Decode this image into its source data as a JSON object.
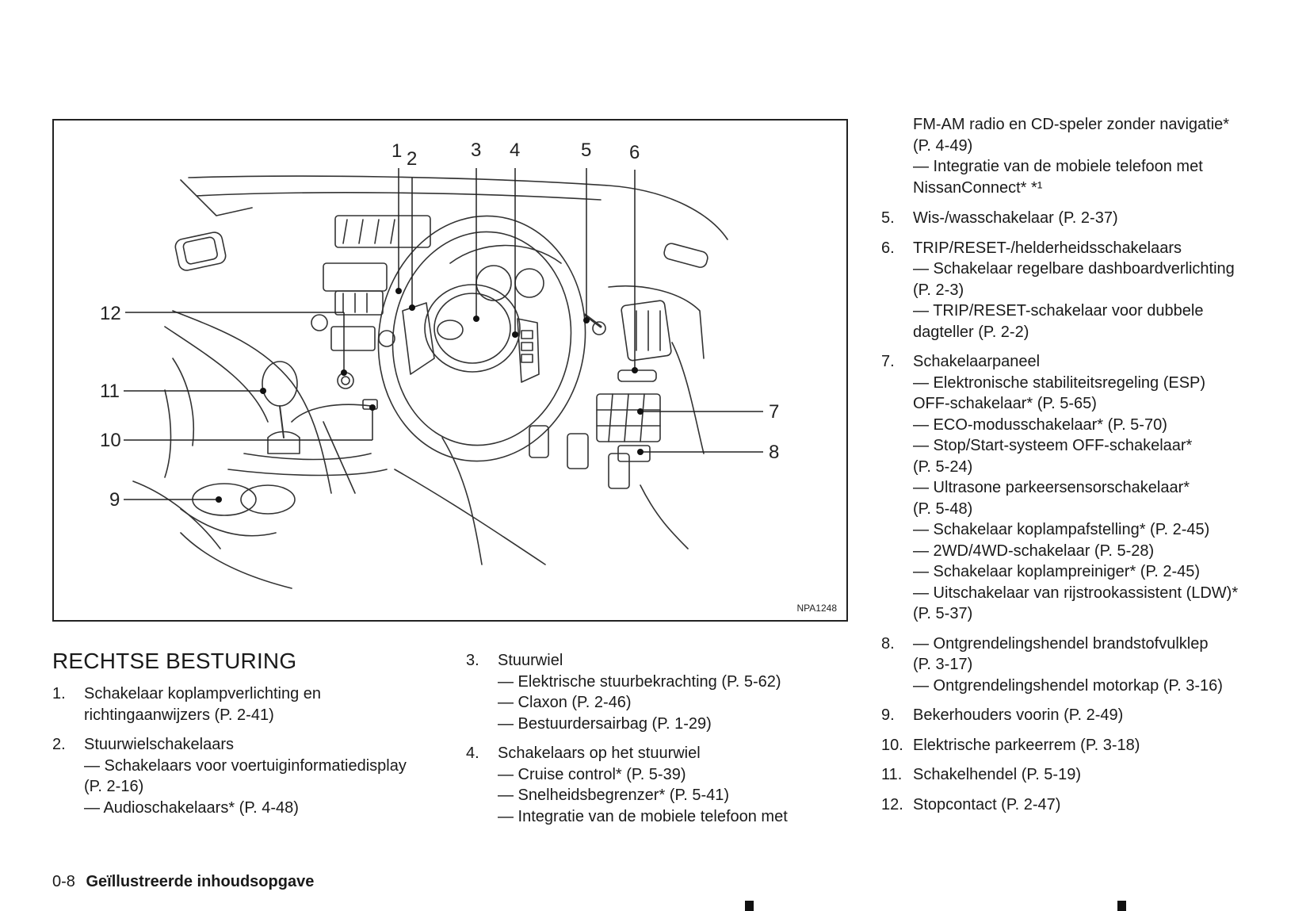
{
  "figure": {
    "code": "NPA1248",
    "callouts": [
      "1",
      "2",
      "3",
      "4",
      "5",
      "6",
      "7",
      "8",
      "9",
      "10",
      "11",
      "12"
    ]
  },
  "heading": "RECHTSE BESTURING",
  "items": [
    {
      "num": "1.",
      "title": "Schakelaar koplampverlichting en",
      "subs": [
        "richtingaanwijzers (P. 2-41)"
      ]
    },
    {
      "num": "2.",
      "title": "Stuurwielschakelaars",
      "subs": [
        "— Schakelaars voor voertuiginformatiedisplay",
        "(P. 2-16)",
        "— Audioschakelaars* (P. 4-48)"
      ]
    },
    {
      "num": "3.",
      "title": "Stuurwiel",
      "subs": [
        "— Elektrische stuurbekrachting (P. 5-62)",
        "— Claxon (P. 2-46)",
        "— Bestuurdersairbag (P. 1-29)"
      ]
    },
    {
      "num": "4.",
      "title": "Schakelaars op het stuurwiel",
      "subs": [
        "— Cruise control* (P. 5-39)",
        "— Snelheidsbegrenzer* (P. 5-41)",
        "— Integratie van de mobiele telefoon met"
      ]
    },
    {
      "num": "5.",
      "title": "Wis-/wasschakelaar (P. 2-37)",
      "subs": []
    },
    {
      "num": "6.",
      "title": "TRIP/RESET-/helderheidsschakelaars",
      "subs": [
        "— Schakelaar regelbare dashboardverlichting",
        "(P. 2-3)",
        "— TRIP/RESET-schakelaar voor dubbele",
        "dagteller (P. 2-2)"
      ]
    },
    {
      "num": "7.",
      "title": "Schakelaarpaneel",
      "subs": [
        "— Elektronische stabiliteitsregeling (ESP)",
        "OFF-schakelaar* (P. 5-65)",
        "— ECO-modusschakelaar* (P. 5-70)",
        "— Stop/Start-systeem OFF-schakelaar*",
        "(P. 5-24)",
        "— Ultrasone parkeersensorschakelaar*",
        "(P. 5-48)",
        "— Schakelaar koplampafstelling* (P. 2-45)",
        "— 2WD/4WD-schakelaar (P. 5-28)",
        "— Schakelaar koplampreiniger* (P. 2-45)",
        "— Uitschakelaar van rijstrookassistent (LDW)*",
        "(P. 5-37)"
      ]
    },
    {
      "num": "8.",
      "title": "— Ontgrendelingshendel brandstofvulklep",
      "subs": [
        "(P. 3-17)",
        "— Ontgrendelingshendel motorkap (P. 3-16)"
      ]
    },
    {
      "num": "9.",
      "title": "Bekerhouders voorin (P. 2-49)",
      "subs": []
    },
    {
      "num": "10.",
      "title": "Elektrische parkeerrem (P. 3-18)",
      "subs": []
    },
    {
      "num": "11.",
      "title": "Schakelhendel (P. 5-19)",
      "subs": []
    },
    {
      "num": "12.",
      "title": "Stopcontact (P. 2-47)",
      "subs": []
    }
  ],
  "continuation": [
    "FM-AM radio en CD-speler zonder navigatie*",
    "(P. 4-49)",
    "— Integratie van de mobiele telefoon met",
    "NissanConnect* *¹"
  ],
  "footer": {
    "page": "0-8",
    "title": "Geïllustreerde inhoudsopgave"
  }
}
